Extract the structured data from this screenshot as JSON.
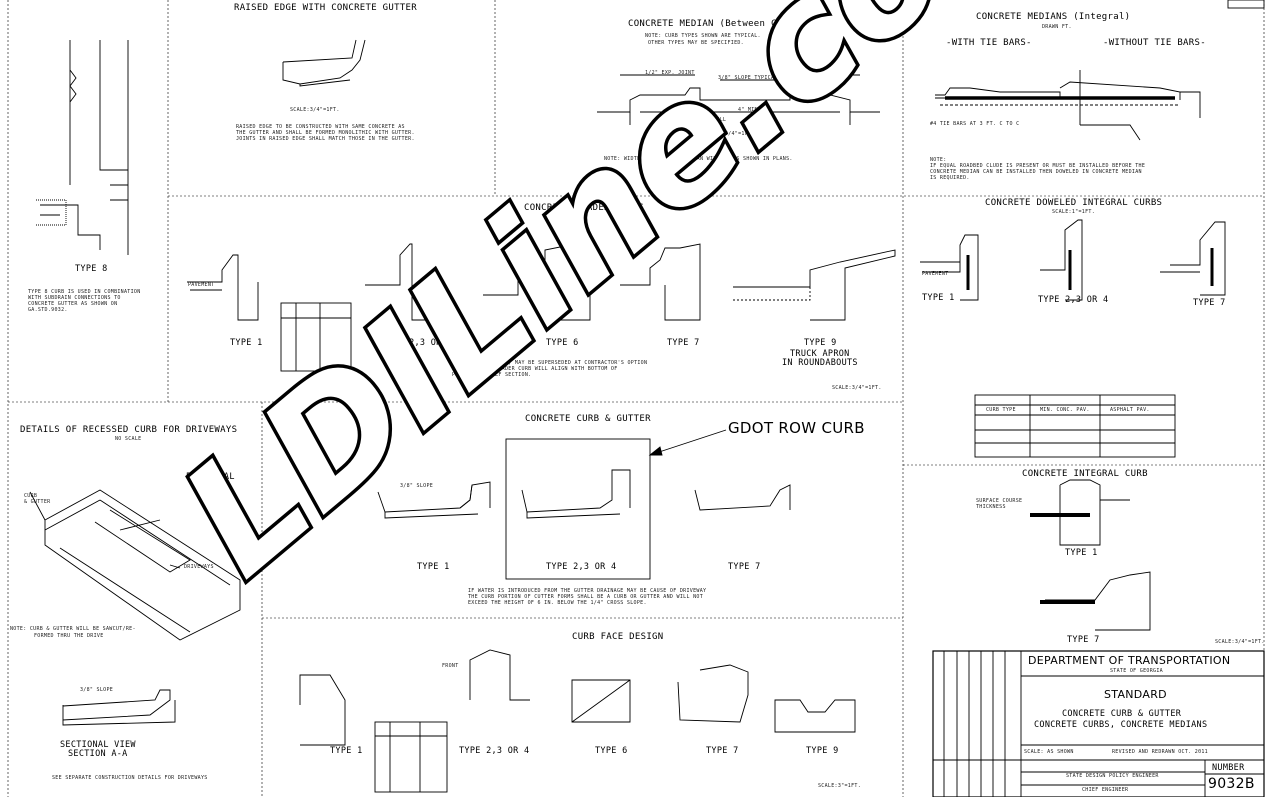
{
  "sections": {
    "raised_edge": {
      "title": "RAISED EDGE WITH CONCRETE GUTTER",
      "scale": "SCALE:3/4\"=1FT.",
      "notes": [
        "RAISED EDGE TO BE CONSTRUCTED WITH SAME CONCRETE AS",
        "THE GUTTER AND SHALL BE FORMED MONOLITHIC WITH GUTTER.",
        "JOINTS IN RAISED EDGE SHALL MATCH THOSE IN THE GUTTER."
      ]
    },
    "median": {
      "title": "CONCRETE MEDIAN (Between Curbs)",
      "notes": [
        "NOTE: CURB TYPES SHOWN ARE TYPICAL.",
        "OTHER TYPES MAY BE SPECIFIED."
      ],
      "labels": [
        "1/2\" EXP. JOINT",
        "3/8\" SLOPE TYPICAL",
        "1/2\" EXP. JOINT",
        "4\" MIN.",
        "COMPACTED EARTH FILL"
      ],
      "scale": "SCALE:3/4\"=1FT.",
      "footer": "NOTE: WIDTH OF CONCRETE MEDIAN WILL BE AS SHOWN IN PLANS."
    },
    "median_integral": {
      "title": "CONCRETE MEDIANS (Integral)",
      "sub": "DRAWN FT.",
      "with": "-WITH TIE BARS-",
      "without": "-WITHOUT TIE BARS-",
      "tie_note": "#4 TIE BARS AT 3 FT. C TO C",
      "footer": [
        "NOTE:",
        "IF EQUAL ROADBED CLUDE IS PRESENT OR MUST BE INSTALLED BEFORE THE",
        "CONCRETE MEDIAN CAN BE INSTALLED THEN DOWELED IN CONCRETE MEDIAN",
        "IS REQUIRED."
      ]
    },
    "type8": {
      "label": "TYPE 8",
      "notes": [
        "TYPE 8 CURB IS USED IN COMBINATION",
        "WITH SUBDRAIN CONNECTIONS TO",
        "CONCRETE GUTTER AS SHOWN ON",
        "GA.STD.9032."
      ]
    },
    "header_curbs": {
      "title": "CONCRETE HEADER CURBS",
      "types": [
        "TYPE 1",
        "TYPE 2,3 OR 4",
        "TYPE 6",
        "TYPE 7",
        "TYPE 9"
      ],
      "apron": [
        "TRUCK APRON",
        "IN ROUNDABOUTS"
      ],
      "pavement": "PAVEMENT",
      "scale": "SCALE:3/4\"=1FT.",
      "note": [
        "THIS DIMENSION (I) MAY BE SUPERSEDED AT CONTRACTOR'S OPTION",
        "SO BOTTOM OF HEADER CURB WILL ALIGN WITH BOTTOM OF",
        "PAVEMENT ITSELF SECTION."
      ]
    },
    "doweled": {
      "title": "CONCRETE DOWELED INTEGRAL CURBS",
      "scale": "SCALE:1\"=1FT.",
      "types": [
        "TYPE 1",
        "TYPE 2,3 OR 4",
        "TYPE 7"
      ],
      "pavement": "PAVEMENT",
      "table_head": [
        "CURB TYPE",
        "MIN. CONC. PAV.",
        "ASPHALT PAV."
      ]
    },
    "recessed": {
      "title": "DETAILS OF RECESSED CURB FOR DRIVEWAYS",
      "sub": "NO SCALE",
      "pictorial": [
        "PICTORIAL",
        "VIEW"
      ],
      "driveways": "DRIVEWAYS",
      "curb_gutter": [
        "CURB",
        "& GUTTER"
      ],
      "note": [
        "NOTE: CURB & GUTTER WILL BE SAWCUT/RE-",
        "FORMED THRU THE DRIVE"
      ],
      "sectional": [
        "SECTIONAL VIEW",
        "SECTION A-A"
      ],
      "slope": "3/8\" SLOPE",
      "footer": "SEE SEPARATE CONSTRUCTION DETAILS FOR DRIVEWAYS"
    },
    "curb_gutter": {
      "title": "CONCRETE CURB & GUTTER",
      "types": [
        "TYPE 1",
        "TYPE 2,3 OR 4",
        "TYPE 7"
      ],
      "slope": "3/8\" SLOPE",
      "note": [
        "IF WATER IS INTRODUCED FROM THE GUTTER DRAINAGE MAY BE CAUSE OF DRIVEWAY",
        "THE CURB PORTION OF CUTTER FORMS SHALL BE A CURB OR GUTTER AND WILL NOT",
        "EXCEED THE HEIGHT OF 6 IN. BELOW THE 1/4\" CROSS SLOPE."
      ]
    },
    "callout": "GDOT ROW CURB",
    "integral_curb": {
      "title": "CONCRETE INTEGRAL CURB",
      "types": [
        "TYPE 1",
        "TYPE 7"
      ],
      "surface": [
        "SURFACE COURSE",
        "THICKNESS"
      ],
      "scale": "SCALE:3/4\"=1FT."
    },
    "curb_face": {
      "title": "CURB FACE DESIGN",
      "types": [
        "TYPE 1",
        "TYPE 2,3 OR 4",
        "TYPE 6",
        "TYPE 7",
        "TYPE 9"
      ],
      "front": "FRONT",
      "scale": "SCALE:3\"=1FT."
    },
    "title_block": {
      "dept": "DEPARTMENT OF TRANSPORTATION",
      "state": "STATE OF GEORGIA",
      "standard": "STANDARD",
      "line1": "CONCRETE CURB & GUTTER",
      "line2": "CONCRETE CURBS, CONCRETE MEDIANS",
      "scale": "SCALE: AS SHOWN",
      "revised": "REVISED AND REDRAWN OCT. 2011",
      "number_label": "NUMBER",
      "number": "9032B",
      "eng1": "STATE DESIGN POLICY ENGINEER",
      "eng2": "CHIEF ENGINEER"
    }
  },
  "watermark": "LDILine.com",
  "colors": {
    "ink": "#000000",
    "paper": "#ffffff"
  }
}
